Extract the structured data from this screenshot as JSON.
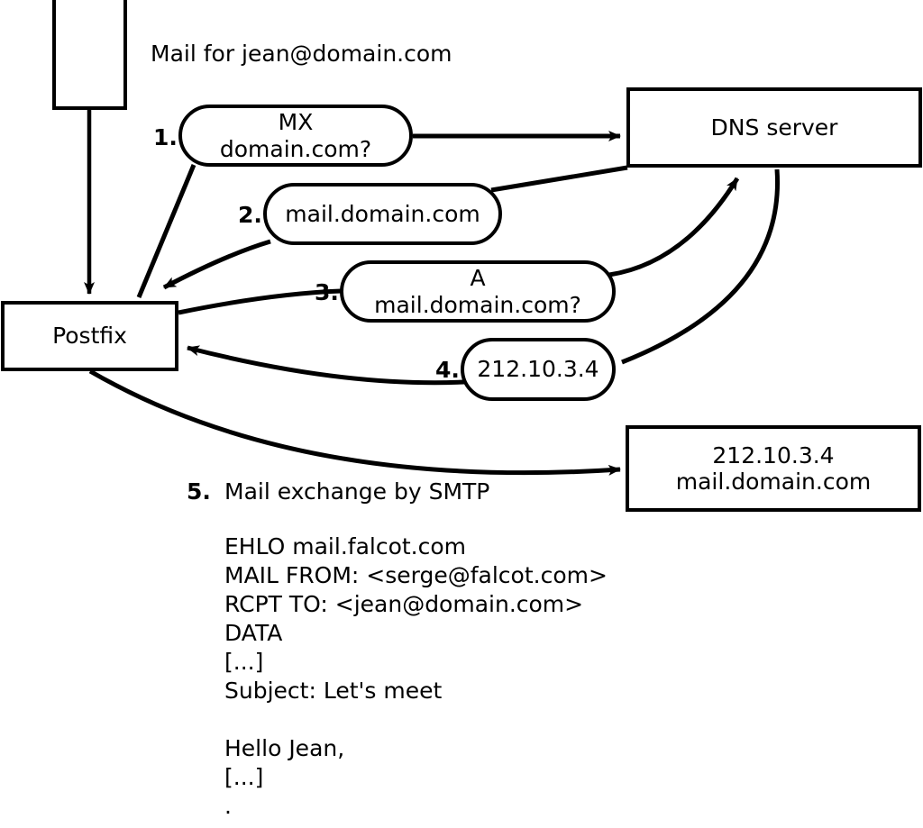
{
  "diagram": {
    "title_label": "Mail for jean@domain.com",
    "nodes": {
      "client_box": "",
      "postfix": "Postfix",
      "dns_server": "DNS server",
      "mail_server_line1": "212.10.3.4",
      "mail_server_line2": "mail.domain.com"
    },
    "steps": [
      {
        "number": "1.",
        "bubble": "MX domain.com?"
      },
      {
        "number": "2.",
        "bubble": "mail.domain.com"
      },
      {
        "number": "3.",
        "bubble": "A mail.domain.com?"
      },
      {
        "number": "4.",
        "bubble": "212.10.3.4"
      },
      {
        "number": "5.",
        "text": "Mail exchange by SMTP"
      }
    ],
    "smtp_transcript": [
      "EHLO mail.falcot.com",
      "MAIL FROM: <serge@falcot.com>",
      "RCPT TO: <jean@domain.com>",
      "DATA",
      "[...]",
      "Subject: Let's meet",
      "",
      "Hello Jean,",
      "[...]",
      "."
    ],
    "colors": {
      "stroke": "#000000",
      "fill": "#ffffff",
      "text": "#000000"
    }
  }
}
